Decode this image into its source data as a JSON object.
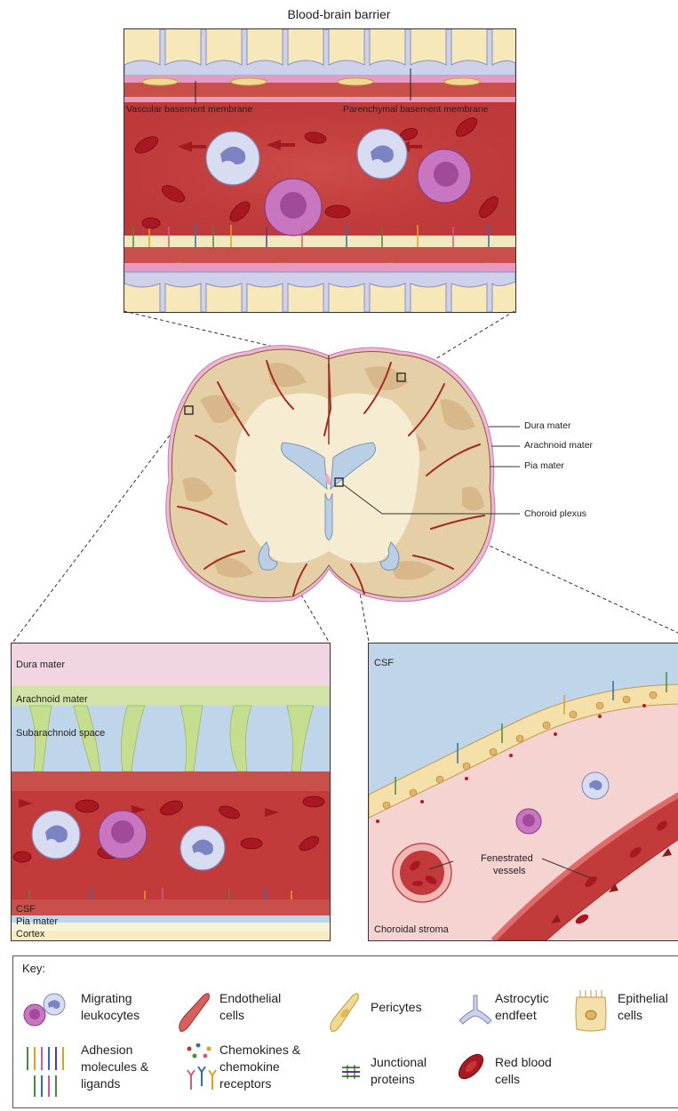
{
  "title": "Blood-brain barrier",
  "bbb_panel": {
    "vascular_bm_label": "Vascular basement membrane",
    "parenchymal_bm_label": "Parenchymal basement membrane"
  },
  "brain": {
    "dura_label": "Dura mater",
    "arachnoid_label": "Arachnoid mater",
    "pia_label": "Pia mater",
    "choroid_label": "Choroid plexus"
  },
  "meningeal_panel": {
    "dura": "Dura mater",
    "arachnoid": "Arachnoid mater",
    "subarachnoid": "Subarachnoid space",
    "csf": "CSF",
    "pia": "Pia mater",
    "cortex": "Cortex"
  },
  "choroid_panel": {
    "csf": "CSF",
    "fenestrated_line1": "Fenestrated",
    "fenestrated_line2": "vessels",
    "stroma": "Choroidal stroma"
  },
  "key": {
    "title": "Key:",
    "items": [
      {
        "line1": "Migrating",
        "line2": "leukocytes",
        "icon": "leukocyte-icon"
      },
      {
        "line1": "Endothelial",
        "line2": "cells",
        "icon": "endothelial-cell-icon"
      },
      {
        "line1": "Pericytes",
        "line2": "",
        "icon": "pericyte-icon"
      },
      {
        "line1": "Astrocytic",
        "line2": "endfeet",
        "icon": "astrocyte-endfeet-icon"
      },
      {
        "line1": "Epithelial",
        "line2": "cells",
        "icon": "epithelial-cell-icon"
      },
      {
        "line1": "Adhesion",
        "line2": "molecules &",
        "line3": "ligands",
        "icon": "adhesion-molecules-icon"
      },
      {
        "line1": "Chemokines &",
        "line2": "chemokine",
        "line3": "receptors",
        "icon": "chemokines-icon"
      },
      {
        "line1": "Junctional",
        "line2": "proteins",
        "icon": "junctional-proteins-icon"
      },
      {
        "line1": "Red blood",
        "line2": "cells",
        "icon": "red-blood-cell-icon"
      }
    ]
  },
  "colors": {
    "vessel": "#b8363a",
    "astrocyte": "#c9cde8",
    "brain": "#edd7b0",
    "white_matter": "#f6ecd2",
    "csf": "#b8cfe6",
    "dura": "#f1d5e3",
    "arachnoid": "#cfe4a6",
    "cortex": "#f7ecc4",
    "stroma": "#f4d3d0"
  }
}
